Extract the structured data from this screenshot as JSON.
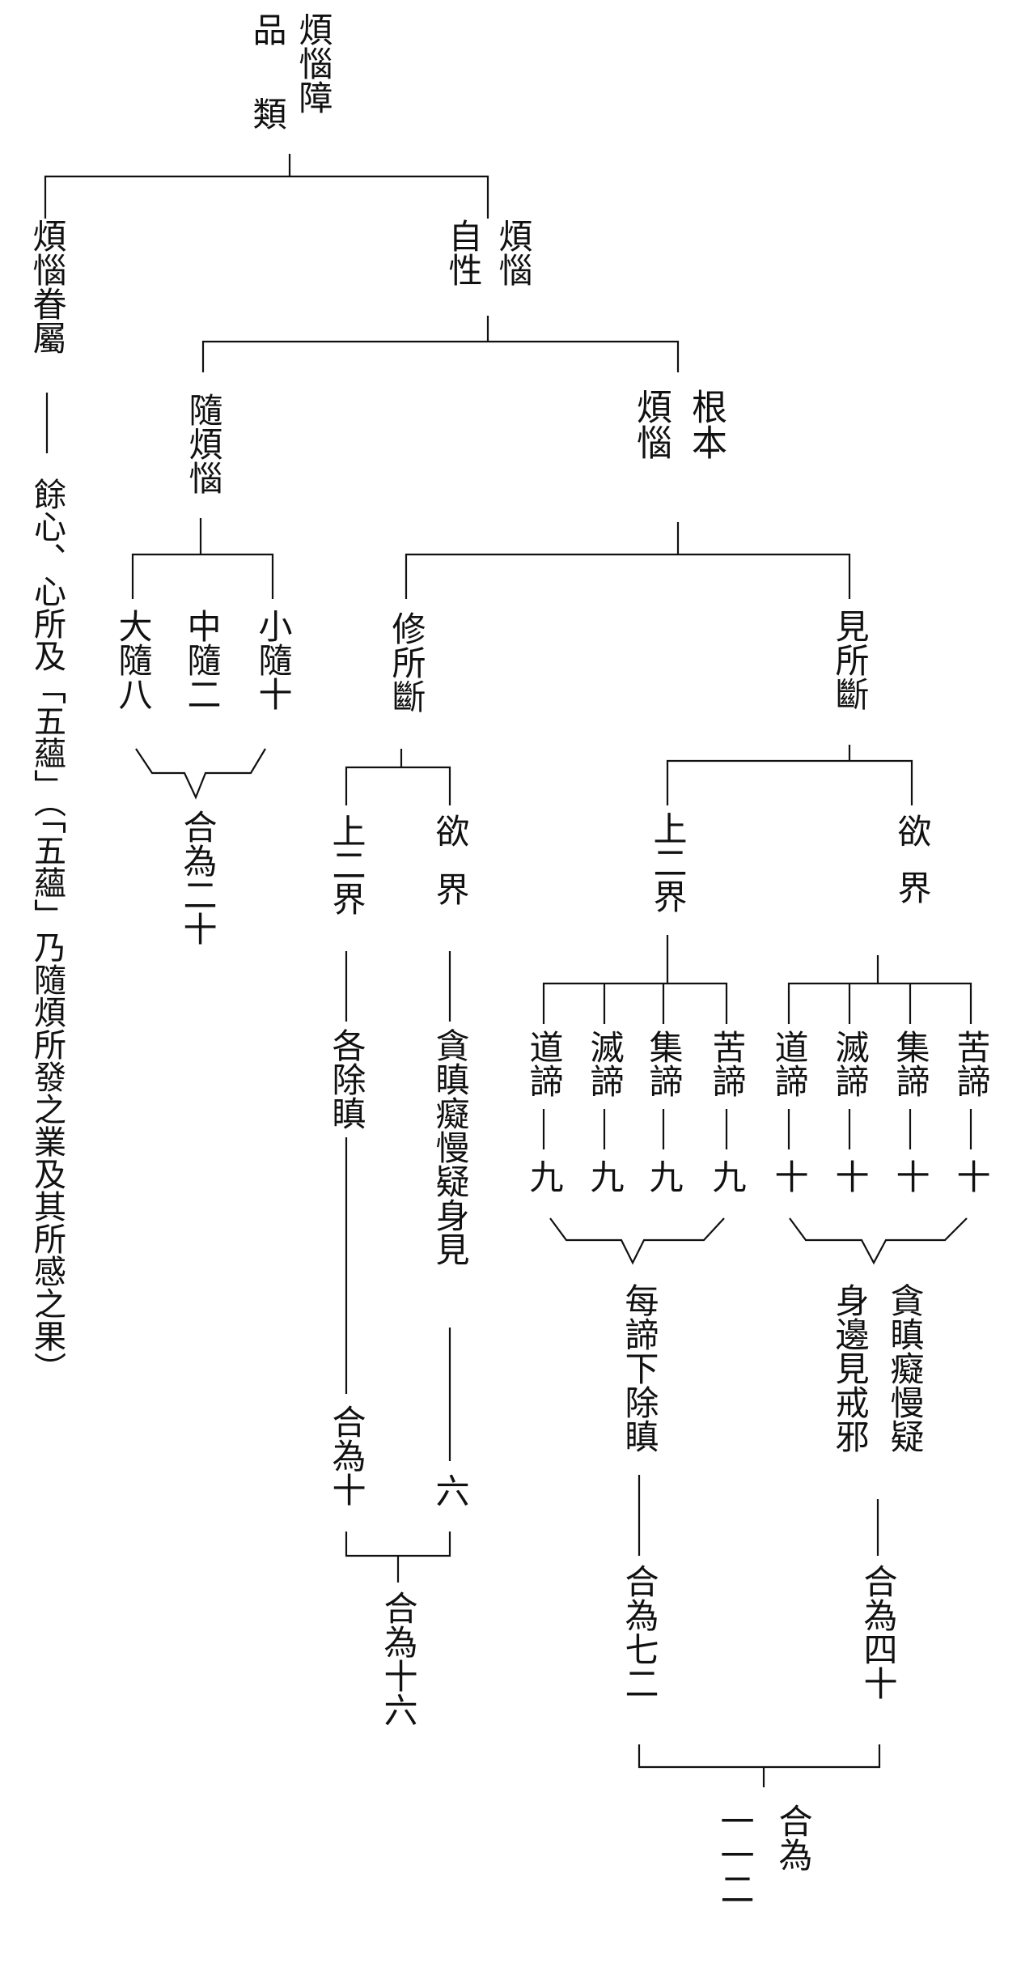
{
  "colors": {
    "ink": "#111111",
    "background": "#ffffff"
  },
  "title": {
    "col1": "煩惱障",
    "col2": "品類"
  },
  "branch_attendant": {
    "col1": "煩惱眷屬",
    "col2": "餘心、心所及「五蘊」（「五蘊」乃隨煩所發之業及其所感之果）"
  },
  "branch_self": {
    "col1": "煩惱",
    "col2": "自性"
  },
  "secondary": {
    "title": "隨煩惱",
    "large": "大隨八",
    "middle": "中隨二",
    "small": "小隨十",
    "total": "合為二十"
  },
  "root": {
    "col1": "根本",
    "col2": "煩惱"
  },
  "cultivation": {
    "title": "修所斷",
    "desire": {
      "label": "欲界",
      "list": "貪瞋癡慢疑身見",
      "count": "六"
    },
    "upper": {
      "label": "上二界",
      "note": "各除瞋",
      "total": "合為十"
    },
    "total": "合為十六"
  },
  "seeing": {
    "title": "見所斷",
    "upper": {
      "label": "上二界",
      "truths": [
        "道諦",
        "滅諦",
        "集諦",
        "苦諦"
      ],
      "counts": [
        "九",
        "九",
        "九",
        "九"
      ],
      "note": "每諦下除瞋",
      "total": "合為七二"
    },
    "desire": {
      "label": "欲界",
      "truths": [
        "道諦",
        "滅諦",
        "集諦",
        "苦諦"
      ],
      "counts": [
        "十",
        "十",
        "十",
        "十"
      ],
      "list_col1": "貪瞋癡慢疑",
      "list_col2": "身邊見戒邪",
      "total": "合為四十"
    }
  },
  "grand_total": {
    "col1": "合為",
    "col2": "一一二"
  }
}
